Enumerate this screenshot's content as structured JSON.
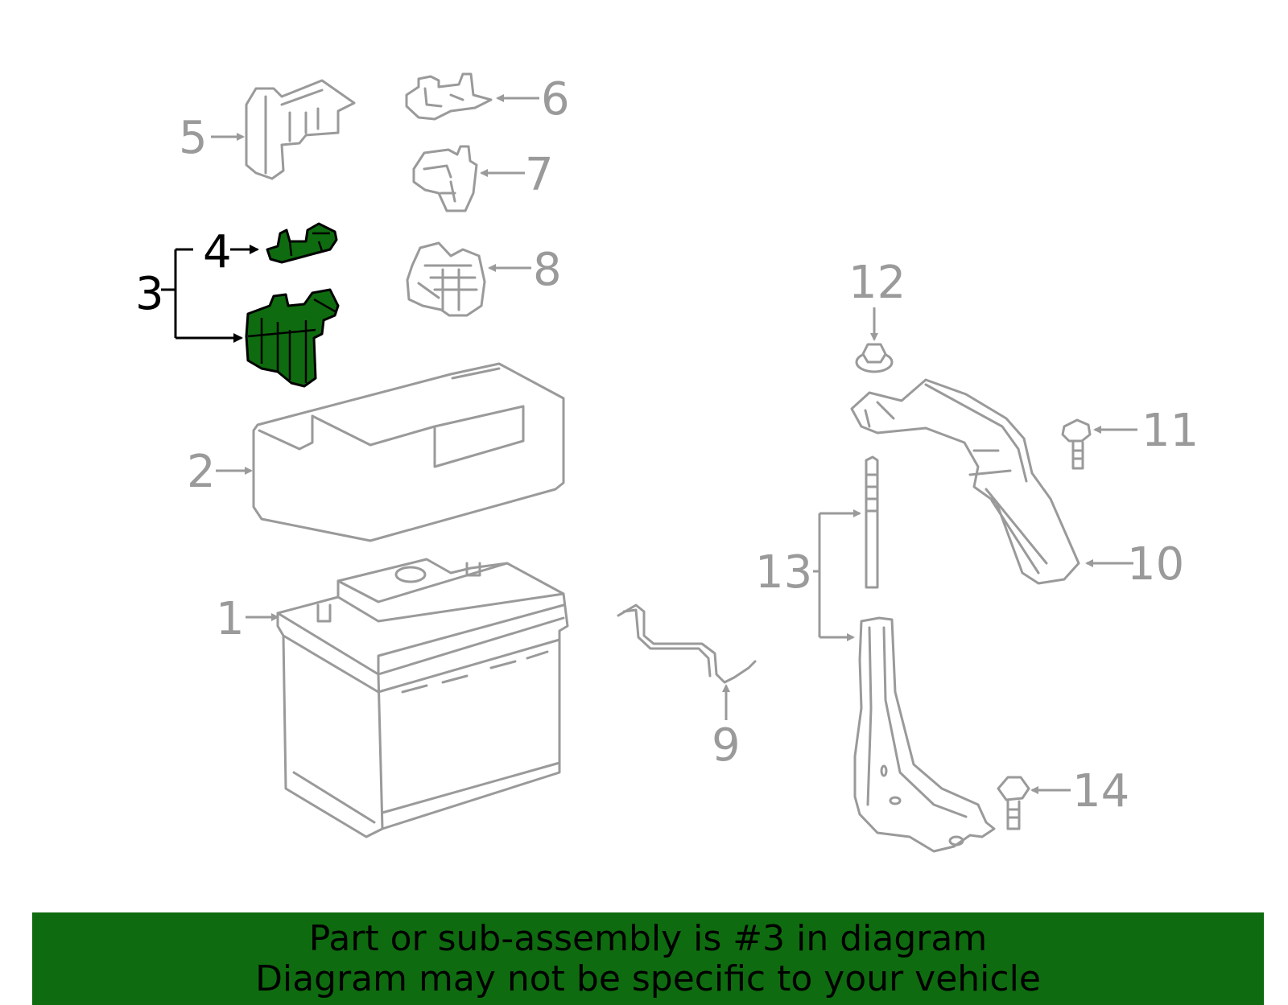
{
  "callouts": {
    "n1": "1",
    "n2": "2",
    "n3": "3",
    "n4": "4",
    "n5": "5",
    "n6": "6",
    "n7": "7",
    "n8": "8",
    "n9": "9",
    "n10": "10",
    "n11": "11",
    "n12": "12",
    "n13": "13",
    "n14": "14"
  },
  "highlighted_part": "3",
  "colors": {
    "highlight": "#0f6b0f",
    "line_art": "#9a9a9a",
    "callout_active": "#000000"
  },
  "banner": {
    "line1": "Part or sub-assembly is #3 in diagram",
    "line2": "Diagram may not be specific to your vehicle"
  }
}
